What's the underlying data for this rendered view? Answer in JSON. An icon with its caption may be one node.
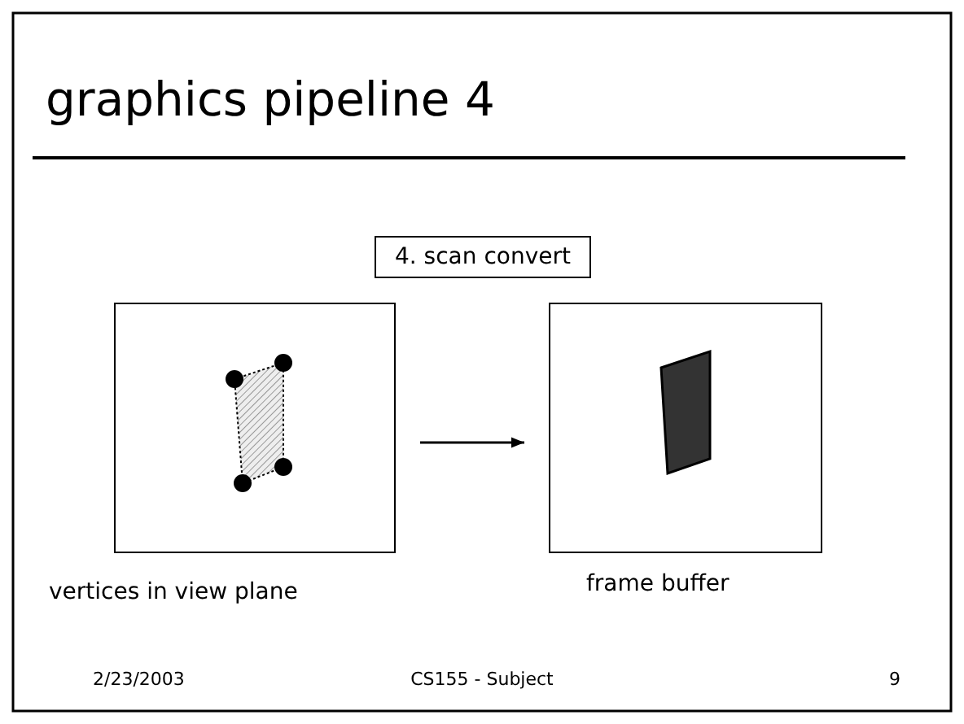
{
  "diagram": {
    "title": "graphics pipeline 4",
    "nodes": [
      {
        "text": [
          "4.  scan convert"
        ]
      },
      {
        "text": [],
        "shape": "box",
        "beside": [
          "vertices in view plane"
        ]
      },
      {
        "text": [],
        "shape": "box",
        "beside": [
          "frame buffer"
        ]
      }
    ],
    "edges": [
      {
        "from": 1,
        "to": 2,
        "arrow": "to"
      }
    ],
    "labels": [
      "2/23/2003",
      "CS155 - Subject",
      "9"
    ]
  }
}
